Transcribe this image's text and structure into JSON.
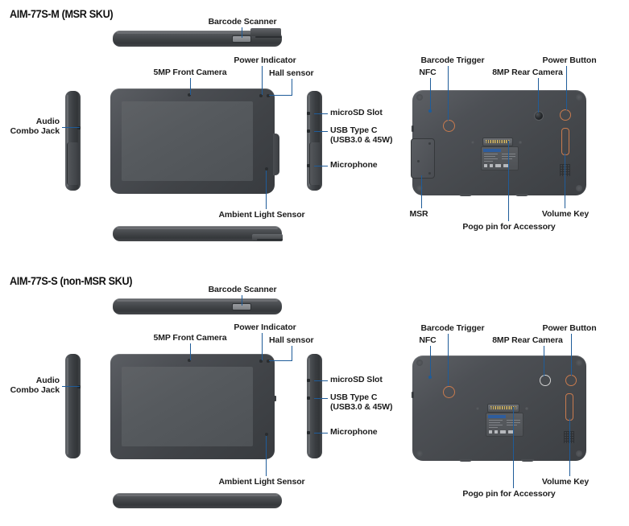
{
  "page": {
    "accent_line_color": "#1f5c99",
    "orange_accent_color": "#c97b4e",
    "device_body_color": "#4a4d52",
    "label_badge_color": "#2e5d9e"
  },
  "sections": [
    {
      "id": "msr",
      "title": "AIM-77S-M (MSR SKU)",
      "views": {
        "top_edge": {
          "name": "top-edge-view",
          "has_msr_tab": true
        },
        "front": {
          "name": "front-view",
          "has_msr_bump": true
        },
        "left_side": {
          "name": "left-side-view",
          "has_msr_module": true
        },
        "right_side": {
          "name": "right-side-view",
          "has_msr_module": true
        },
        "rear": {
          "name": "rear-view",
          "has_msr_module": true
        },
        "bottom_edge": {
          "name": "bottom-edge-view",
          "has_msr_tab": true
        }
      },
      "callouts": {
        "barcode_scanner": "Barcode Scanner",
        "front_camera": "5MP Front Camera",
        "power_indicator": "Power Indicator",
        "hall_sensor": "Hall sensor",
        "audio_combo_jack_line1": "Audio",
        "audio_combo_jack_line2": "Combo Jack",
        "ambient_light_sensor": "Ambient Light Sensor",
        "microsd_slot": "microSD Slot",
        "usb_type_c_line1": "USB Type C",
        "usb_type_c_line2": "(USB3.0 & 45W)",
        "microphone": "Microphone",
        "barcode_trigger": "Barcode Trigger",
        "nfc": "NFC",
        "rear_camera": "8MP Rear Camera",
        "power_button": "Power Button",
        "msr": "MSR",
        "pogo_pin": "Pogo pin for Accessory",
        "volume_key": "Volume Key"
      }
    },
    {
      "id": "non-msr",
      "title": "AIM-77S-S (non-MSR SKU)",
      "views": {
        "top_edge": {
          "name": "top-edge-view",
          "has_msr_tab": false
        },
        "front": {
          "name": "front-view",
          "has_msr_bump": false
        },
        "left_side": {
          "name": "left-side-view",
          "has_msr_module": false
        },
        "right_side": {
          "name": "right-side-view",
          "has_msr_module": false
        },
        "rear": {
          "name": "rear-view",
          "has_msr_module": false
        },
        "bottom_edge": {
          "name": "bottom-edge-view",
          "has_msr_tab": false
        }
      },
      "callouts": {
        "barcode_scanner": "Barcode Scanner",
        "front_camera": "5MP Front Camera",
        "power_indicator": "Power Indicator",
        "hall_sensor": "Hall sensor",
        "audio_combo_jack_line1": "Audio",
        "audio_combo_jack_line2": "Combo Jack",
        "ambient_light_sensor": "Ambient Light Sensor",
        "microsd_slot": "microSD Slot",
        "usb_type_c_line1": "USB Type C",
        "usb_type_c_line2": "(USB3.0 & 45W)",
        "microphone": "Microphone",
        "barcode_trigger": "Barcode Trigger",
        "nfc": "NFC",
        "rear_camera": "8MP Rear Camera",
        "power_button": "Power Button",
        "pogo_pin": "Pogo pin for Accessory",
        "volume_key": "Volume Key"
      }
    }
  ]
}
